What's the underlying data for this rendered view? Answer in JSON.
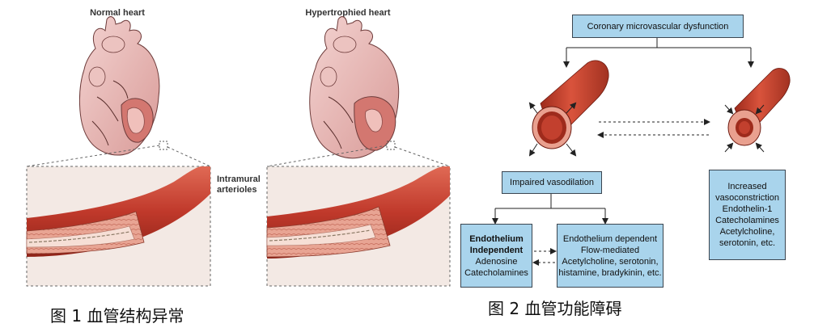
{
  "figure1": {
    "normal_title": "Normal heart",
    "hyper_title": "Hypertrophied heart",
    "side_label_1": "Intramural",
    "side_label_2": "arterioles",
    "caption": "图 1   血管结构异常"
  },
  "figure2": {
    "top_box": "Coronary microvascular dysfunction",
    "impaired_box": "Impaired vasodilation",
    "increased_box": {
      "line1": "Increased",
      "line2": "vasoconstriction",
      "line3": "Endothelin-1",
      "line4": "Catecholamines",
      "line5": "Acetylcholine,",
      "line6": "serotonin, etc."
    },
    "independent_box": {
      "line1": "Endothelium",
      "line2": "Independent",
      "line3": "Adenosine",
      "line4": "Catecholamines"
    },
    "dependent_box": {
      "line1": "Endothelium dependent",
      "line2": "Flow-mediated",
      "line3": "Acetylcholine, serotonin,",
      "line4": "histamine, bradykinin, etc."
    },
    "caption": "图 2   血管功能障碍"
  },
  "colors": {
    "box_fill": "#a9d4ec",
    "vessel_red": "#c0392b",
    "heart_pink": "#e9b8b6"
  }
}
